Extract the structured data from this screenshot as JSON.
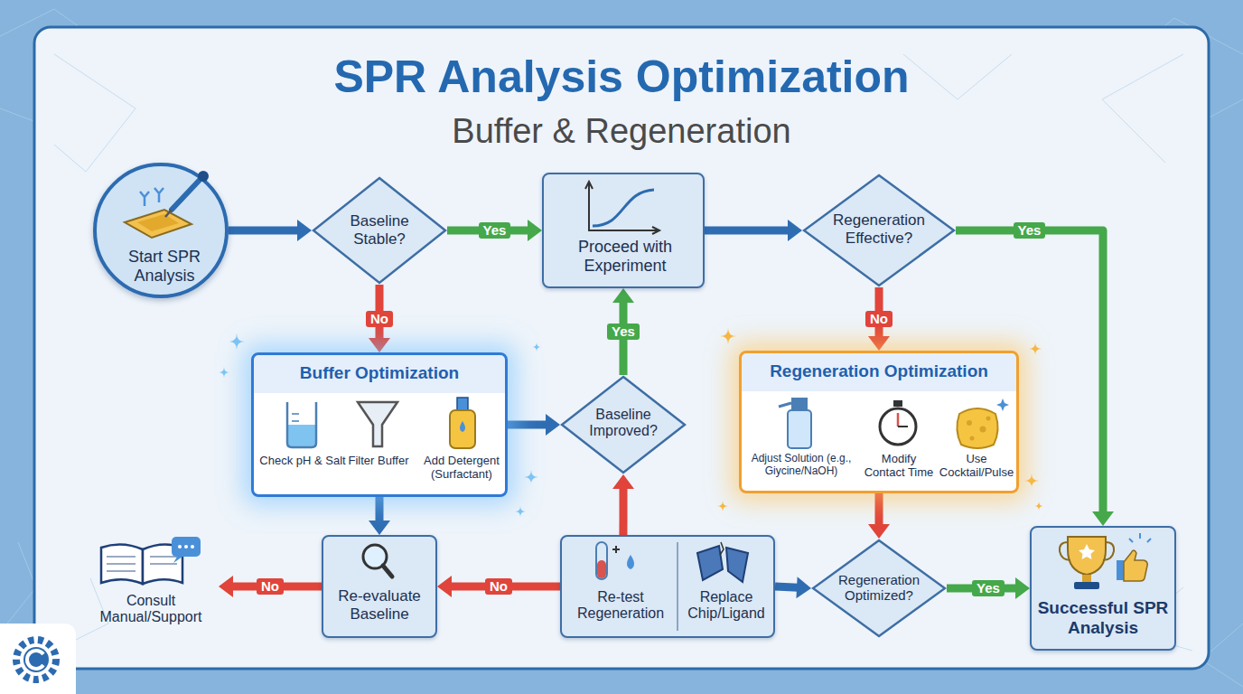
{
  "diagram": {
    "title": "SPR Analysis Optimization",
    "nodes": [
      {
        "text": [
          "Start SPR Analysis"
        ]
      },
      {
        "text": [
          "Baseline Stable?"
        ]
      },
      {
        "text": [
          "Proceed with Experiment"
        ]
      },
      {
        "text": [
          "Regeneration Effective?"
        ]
      },
      {
        "text": [
          "Buffer Optimization",
          "Check pH & Salt",
          "Filter Buffer",
          "Add Detergent (Surfactant)"
        ]
      },
      {
        "text": [
          "Baseline Improved?"
        ]
      },
      {
        "text": [
          "Regeneration Optimization",
          "Adjust Solution (e.g., Giycine/NaOH)",
          "Modify Contact Time",
          "Use Cocktail/Pulse"
        ]
      },
      {
        "text": [
          "Consult Manual/Support"
        ]
      },
      {
        "text": [
          "Re-evaluate Baseline"
        ]
      },
      {
        "text": [
          "Re-test Regeneration",
          "Replace Chip/Ligand"
        ]
      },
      {
        "text": [
          "Regeneration Optimized?"
        ]
      },
      {
        "text": [
          "Successful SPR Analysis"
        ]
      }
    ],
    "edges": [
      {
        "from": 0,
        "to": 1,
        "arrow": "to"
      },
      {
        "from": 1,
        "to": 2,
        "label": "Yes",
        "arrow": "to"
      },
      {
        "from": 1,
        "to": 4,
        "label": "No",
        "arrow": "to"
      },
      {
        "from": 4,
        "to": 5,
        "arrow": "to"
      },
      {
        "from": 4,
        "to": 8,
        "arrow": "to"
      },
      {
        "from": 5,
        "to": 2,
        "label": "Yes",
        "arrow": "to"
      },
      {
        "from": 2,
        "to": 3,
        "arrow": "to"
      },
      {
        "from": 3,
        "to": 11,
        "label": "Yes",
        "arrow": "to"
      },
      {
        "from": 3,
        "to": 6,
        "label": "No",
        "arrow": "to"
      },
      {
        "from": 6,
        "to": 10,
        "arrow": "to"
      },
      {
        "from": 10,
        "to": 11,
        "label": "Yes",
        "arrow": "to"
      },
      {
        "from": 9,
        "to": 5,
        "arrow": "to"
      },
      {
        "from": 9,
        "to": 8,
        "label": "No",
        "arrow": "to"
      },
      {
        "from": 9,
        "to": 10,
        "arrow": "to"
      },
      {
        "from": 8,
        "to": 7,
        "label": "No",
        "arrow": "to"
      }
    ],
    "labels": [
      "Buffer & Regeneration"
    ]
  }
}
